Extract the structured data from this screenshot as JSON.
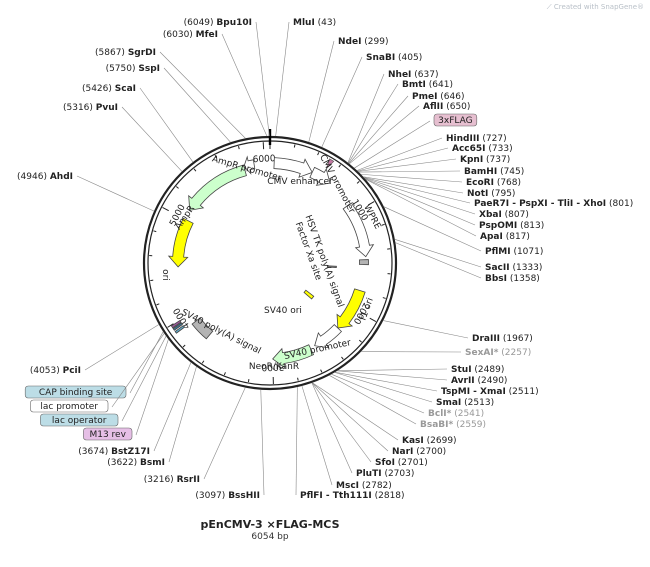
{
  "brand": "Created with SnapGene®",
  "plasmid": {
    "name": "pEnCMV-3 ×FLAG-MCS",
    "size_label": "6054 bp",
    "length": 6054
  },
  "ruler": [
    "1000",
    "2000",
    "3000",
    "4000",
    "5000",
    "6000"
  ],
  "features": [
    {
      "label": "CMV enhancer",
      "type": "promoter",
      "color": "#ffffff"
    },
    {
      "label": "CMV promoter",
      "type": "promoter",
      "color": "#ffffff"
    },
    {
      "label": "WPRE",
      "type": "misc",
      "color": "#ffffff"
    },
    {
      "label": "HSV TK poly(A) signal",
      "type": "terminator",
      "color": "#b4b4b4"
    },
    {
      "label": "Factor Xa site",
      "type": "site",
      "color": "#888888"
    },
    {
      "label": "SV40 ori",
      "type": "origin",
      "color": "#ffff00"
    },
    {
      "label": "f1 ori",
      "type": "origin",
      "color": "#ffff00"
    },
    {
      "label": "SV40 promoter",
      "type": "promoter",
      "color": "#ffffff"
    },
    {
      "label": "NeoR/KanR",
      "type": "marker",
      "color": "#ccffcc"
    },
    {
      "label": "SV40 poly(A) signal",
      "type": "terminator",
      "color": "#b4b4b4"
    },
    {
      "label": "ori",
      "type": "origin",
      "color": "#ffff00"
    },
    {
      "label": "AmpR",
      "type": "marker",
      "color": "#ccffcc"
    },
    {
      "label": "AmpR promoter",
      "type": "promoter",
      "color": "#ffffff"
    }
  ],
  "sites_right": [
    {
      "name": "MluI",
      "pos": "(43)"
    },
    {
      "name": "NdeI",
      "pos": "(299)"
    },
    {
      "name": "SnaBI",
      "pos": "(405)"
    },
    {
      "name": "NheI",
      "pos": "(637)"
    },
    {
      "name": "BmtI",
      "pos": "(641)"
    },
    {
      "name": "PmeI",
      "pos": "(646)"
    },
    {
      "name": "AflII",
      "pos": "(650)"
    },
    {
      "name": "3xFLAG",
      "pos": "",
      "boxed": "#e6bfd0"
    },
    {
      "name": "HindIII",
      "pos": "(727)"
    },
    {
      "name": "Acc65I",
      "pos": "(733)"
    },
    {
      "name": "KpnI",
      "pos": "(737)"
    },
    {
      "name": "BamHI",
      "pos": "(745)"
    },
    {
      "name": "EcoRI",
      "pos": "(768)"
    },
    {
      "name": "NotI",
      "pos": "(795)"
    },
    {
      "name": "PaeR7I - PspXI - TliI - XhoI",
      "pos": "(801)"
    },
    {
      "name": "XbaI",
      "pos": "(807)"
    },
    {
      "name": "PspOMI",
      "pos": "(813)"
    },
    {
      "name": "ApaI",
      "pos": "(817)"
    },
    {
      "name": "PflMI",
      "pos": "(1071)"
    },
    {
      "name": "SacII",
      "pos": "(1333)"
    },
    {
      "name": "BbsI",
      "pos": "(1358)"
    },
    {
      "name": "DraIII",
      "pos": "(1967)"
    },
    {
      "name": "SexAI*",
      "pos": "(2257)",
      "gray": true
    },
    {
      "name": "StuI",
      "pos": "(2489)"
    },
    {
      "name": "AvrII",
      "pos": "(2490)"
    },
    {
      "name": "TspMI - XmaI",
      "pos": "(2511)"
    },
    {
      "name": "SmaI",
      "pos": "(2513)"
    },
    {
      "name": "BclI*",
      "pos": "(2541)",
      "gray": true
    },
    {
      "name": "BsaBI*",
      "pos": "(2559)",
      "gray": true
    },
    {
      "name": "KasI",
      "pos": "(2699)"
    },
    {
      "name": "NarI",
      "pos": "(2700)"
    },
    {
      "name": "SfoI",
      "pos": "(2701)"
    },
    {
      "name": "PluTI",
      "pos": "(2703)"
    },
    {
      "name": "MscI",
      "pos": "(2782)"
    },
    {
      "name": "PflFI - Tth111I",
      "pos": "(2818)"
    }
  ],
  "sites_left": [
    {
      "name": "Bpu10I",
      "pos": "(6049)"
    },
    {
      "name": "MfeI",
      "pos": "(6030)"
    },
    {
      "name": "SgrDI",
      "pos": "(5867)"
    },
    {
      "name": "SspI",
      "pos": "(5750)"
    },
    {
      "name": "ScaI",
      "pos": "(5426)"
    },
    {
      "name": "PvuI",
      "pos": "(5316)"
    },
    {
      "name": "AhdI",
      "pos": "(4946)"
    },
    {
      "name": "PciI",
      "pos": "(4053)"
    },
    {
      "name": "CAP binding site",
      "pos": "",
      "boxed": "#bcdde6"
    },
    {
      "name": "lac promoter",
      "pos": "",
      "boxed": "#ffffff"
    },
    {
      "name": "lac operator",
      "pos": "",
      "boxed": "#bcdde6"
    },
    {
      "name": "M13 rev",
      "pos": "",
      "boxed": "#e6bfe6"
    },
    {
      "name": "BstZ17I",
      "pos": "(3674)"
    },
    {
      "name": "BsmI",
      "pos": "(3622)"
    },
    {
      "name": "RsrII",
      "pos": "(3216)"
    },
    {
      "name": "BssHII",
      "pos": "(3097)"
    }
  ]
}
